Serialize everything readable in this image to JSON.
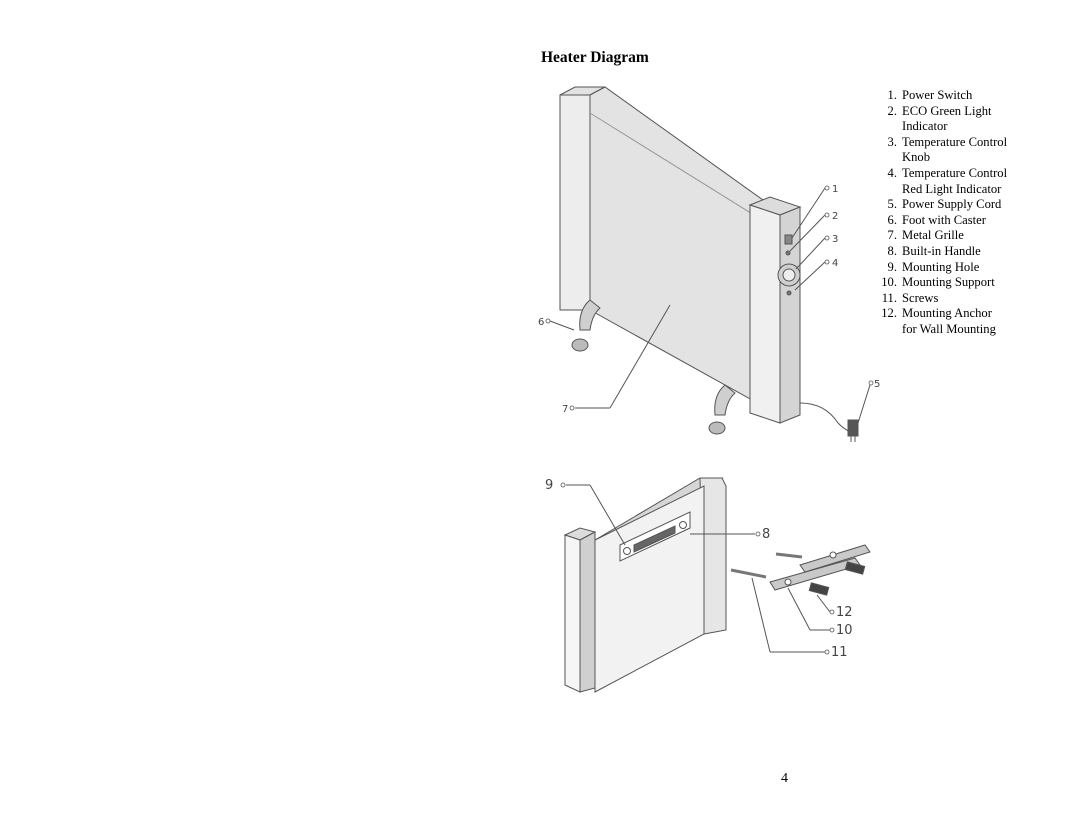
{
  "header": {
    "title": "Heater Diagram"
  },
  "parts": [
    {
      "num": "1.",
      "lines": [
        "Power Switch"
      ]
    },
    {
      "num": "2.",
      "lines": [
        "ECO Green Light",
        "Indicator"
      ]
    },
    {
      "num": "3.",
      "lines": [
        "Temperature Control",
        "Knob"
      ]
    },
    {
      "num": "4.",
      "lines": [
        "Temperature Control",
        "Red Light Indicator"
      ]
    },
    {
      "num": "5.",
      "lines": [
        "Power Supply Cord"
      ]
    },
    {
      "num": "6.",
      "lines": [
        "Foot with Caster"
      ]
    },
    {
      "num": "7.",
      "lines": [
        "Metal Grille"
      ]
    },
    {
      "num": "8.",
      "lines": [
        "Built-in Handle"
      ]
    },
    {
      "num": "9.",
      "lines": [
        "Mounting Hole"
      ]
    },
    {
      "num": "10.",
      "lines": [
        "Mounting Support"
      ]
    },
    {
      "num": "11.",
      "lines": [
        "Screws"
      ]
    },
    {
      "num": "12.",
      "lines": [
        "Mounting Anchor",
        "for Wall Mounting"
      ]
    }
  ],
  "callouts_top": [
    "1",
    "2",
    "3",
    "4",
    "5",
    "6",
    "7"
  ],
  "callouts_bottom": [
    "8",
    "9",
    "10",
    "11",
    "12"
  ],
  "footer": {
    "page_number": "4"
  }
}
